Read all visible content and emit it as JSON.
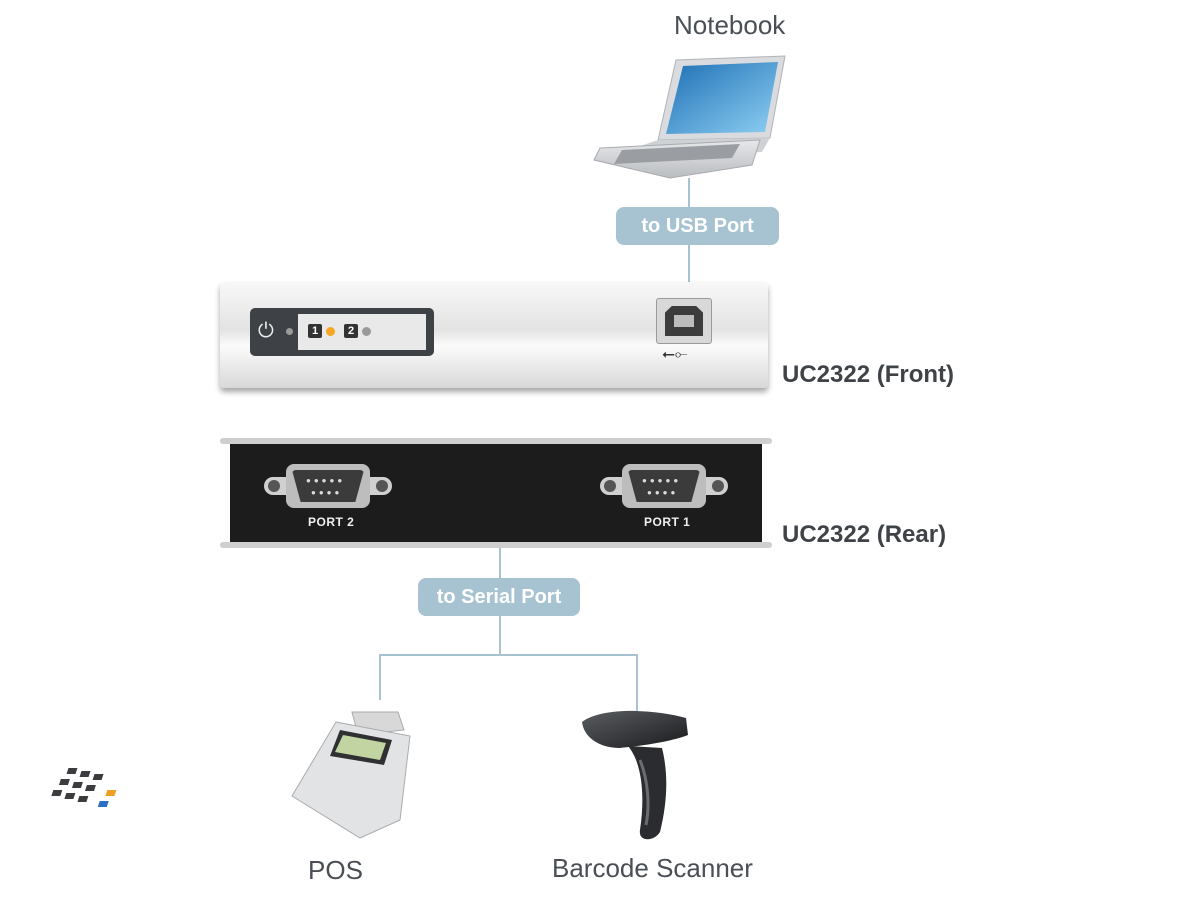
{
  "devices": {
    "notebook": {
      "label": "Notebook"
    },
    "pos": {
      "label": "POS"
    },
    "barcode": {
      "label": "Barcode Scanner"
    }
  },
  "connectors": {
    "usb": {
      "label": "to USB Port"
    },
    "serial": {
      "label": "to Serial Port"
    }
  },
  "unit": {
    "front_label": "UC2322 (Front)",
    "rear_label": "UC2322 (Rear)",
    "led_1": "1",
    "led_2": "2",
    "port_2": "PORT 2",
    "port_1": "PORT 1"
  },
  "colors": {
    "pill": "#a7c3d1",
    "line": "#a7c3d1",
    "led_active": "#f5a623"
  }
}
